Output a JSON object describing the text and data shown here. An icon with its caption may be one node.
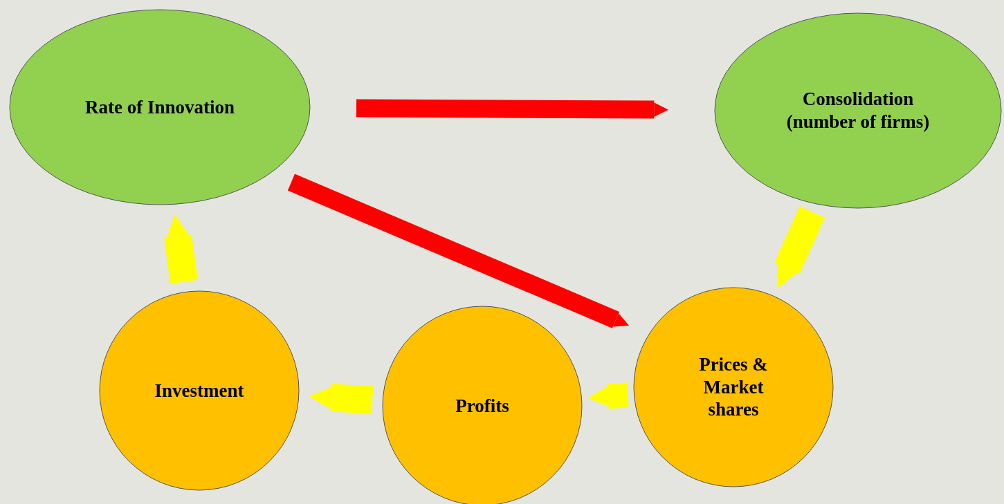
{
  "diagram": {
    "nodes": [
      {
        "text": [
          "Rate of Innovation"
        ]
      },
      {
        "text": [
          "Consolidation (number of firms)"
        ]
      },
      {
        "text": [
          "Prices & Market shares"
        ]
      },
      {
        "text": [
          "Profits"
        ]
      },
      {
        "text": [
          "Investment"
        ]
      }
    ],
    "edges": [
      {
        "from": 0,
        "to": 1,
        "arrow": "to",
        "color": "#ff0000"
      },
      {
        "from": 0,
        "to": 2,
        "arrow": "to",
        "color": "#ff0000"
      },
      {
        "from": 1,
        "to": 2,
        "arrow": "to"
      },
      {
        "from": 2,
        "to": 3,
        "arrow": "to"
      },
      {
        "from": 3,
        "to": 4,
        "arrow": "to"
      },
      {
        "from": 4,
        "to": 0,
        "arrow": "to"
      }
    ]
  }
}
